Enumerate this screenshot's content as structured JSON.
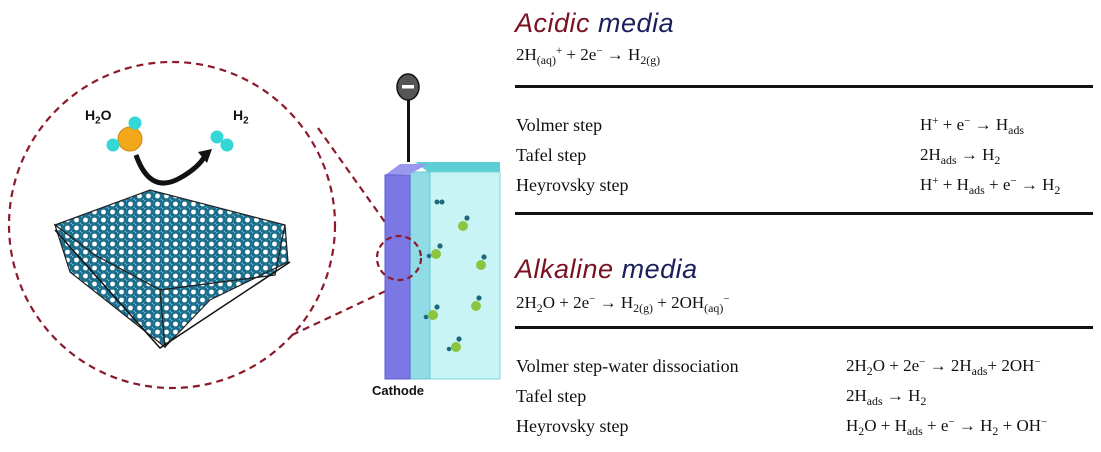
{
  "colors": {
    "title_accent": "#7a1222",
    "title_media": "#1b1f5c",
    "dashed_circle": "#8b1a2a",
    "electrode_dark": "#7b78e6",
    "electrode_light": "#8fdce6",
    "electrolyte": "#c8f4f6",
    "oxygen": "#f2a81a",
    "hydrogen": "#35d6d6",
    "lattice": "#2a8db0",
    "adsorbate": "#8bc53f"
  },
  "diagram": {
    "molecule_left_label": {
      "main": "H",
      "sub": "2",
      "tail": "O"
    },
    "molecule_right_label": {
      "main": "H",
      "sub": "2"
    },
    "cathode_label": "Cathode",
    "terminal_sign": "−"
  },
  "acidic": {
    "title_word": "Acidic",
    "title_media": "media",
    "overall": {
      "p1": "2H",
      "s1": "(aq)",
      "sup1": "+",
      "p2": " + 2e",
      "sup2": "−",
      "p3": " → H",
      "s2": "2(g)"
    },
    "steps": [
      {
        "label": "Volmer step",
        "eq": {
          "a": "H",
          "sa": "+",
          "b": " + e",
          "sb": "−",
          "c": " → H",
          "sc": "ads",
          "d": ""
        }
      },
      {
        "label": "Tafel step",
        "eq": {
          "a": "2H",
          "sa": "ads",
          "b": " → H",
          "sb": "2"
        }
      },
      {
        "label": "Heyrovsky step",
        "eq": {
          "a": "H",
          "sa": "+",
          "b": " + H",
          "sb": "ads",
          "c": " + e",
          "sc": "−",
          "d": " → H",
          "sd": "2"
        }
      }
    ]
  },
  "alkaline": {
    "title_word": "Alkaline",
    "title_media": "media",
    "overall": {
      "p1": "2H",
      "s1": "2",
      "p2": "O + 2e",
      "sup2": "−",
      "p3": " → H",
      "s3": "2(g)",
      "p4": " + 2OH",
      "s4": "(aq)",
      "sup4": "−"
    },
    "steps": [
      {
        "label": "Volmer step-water dissociation",
        "eq": {
          "a": "2H",
          "sa": "2",
          "b": "O + 2e",
          "sb": "−",
          "c": " → 2H",
          "sc": "ads",
          "d": "+ 2OH",
          "sd": "−"
        }
      },
      {
        "label": "Tafel step",
        "eq": {
          "a": "2H",
          "sa": "ads",
          "b": " → H",
          "sb": "2"
        }
      },
      {
        "label": "Heyrovsky step",
        "eq": {
          "a": "H",
          "sa": "2",
          "b": "O + H",
          "sb": "ads",
          "c": " + e",
          "sc": "−",
          "d": " → H",
          "sd": "2",
          "e": " + OH",
          "se": "−"
        }
      }
    ]
  }
}
